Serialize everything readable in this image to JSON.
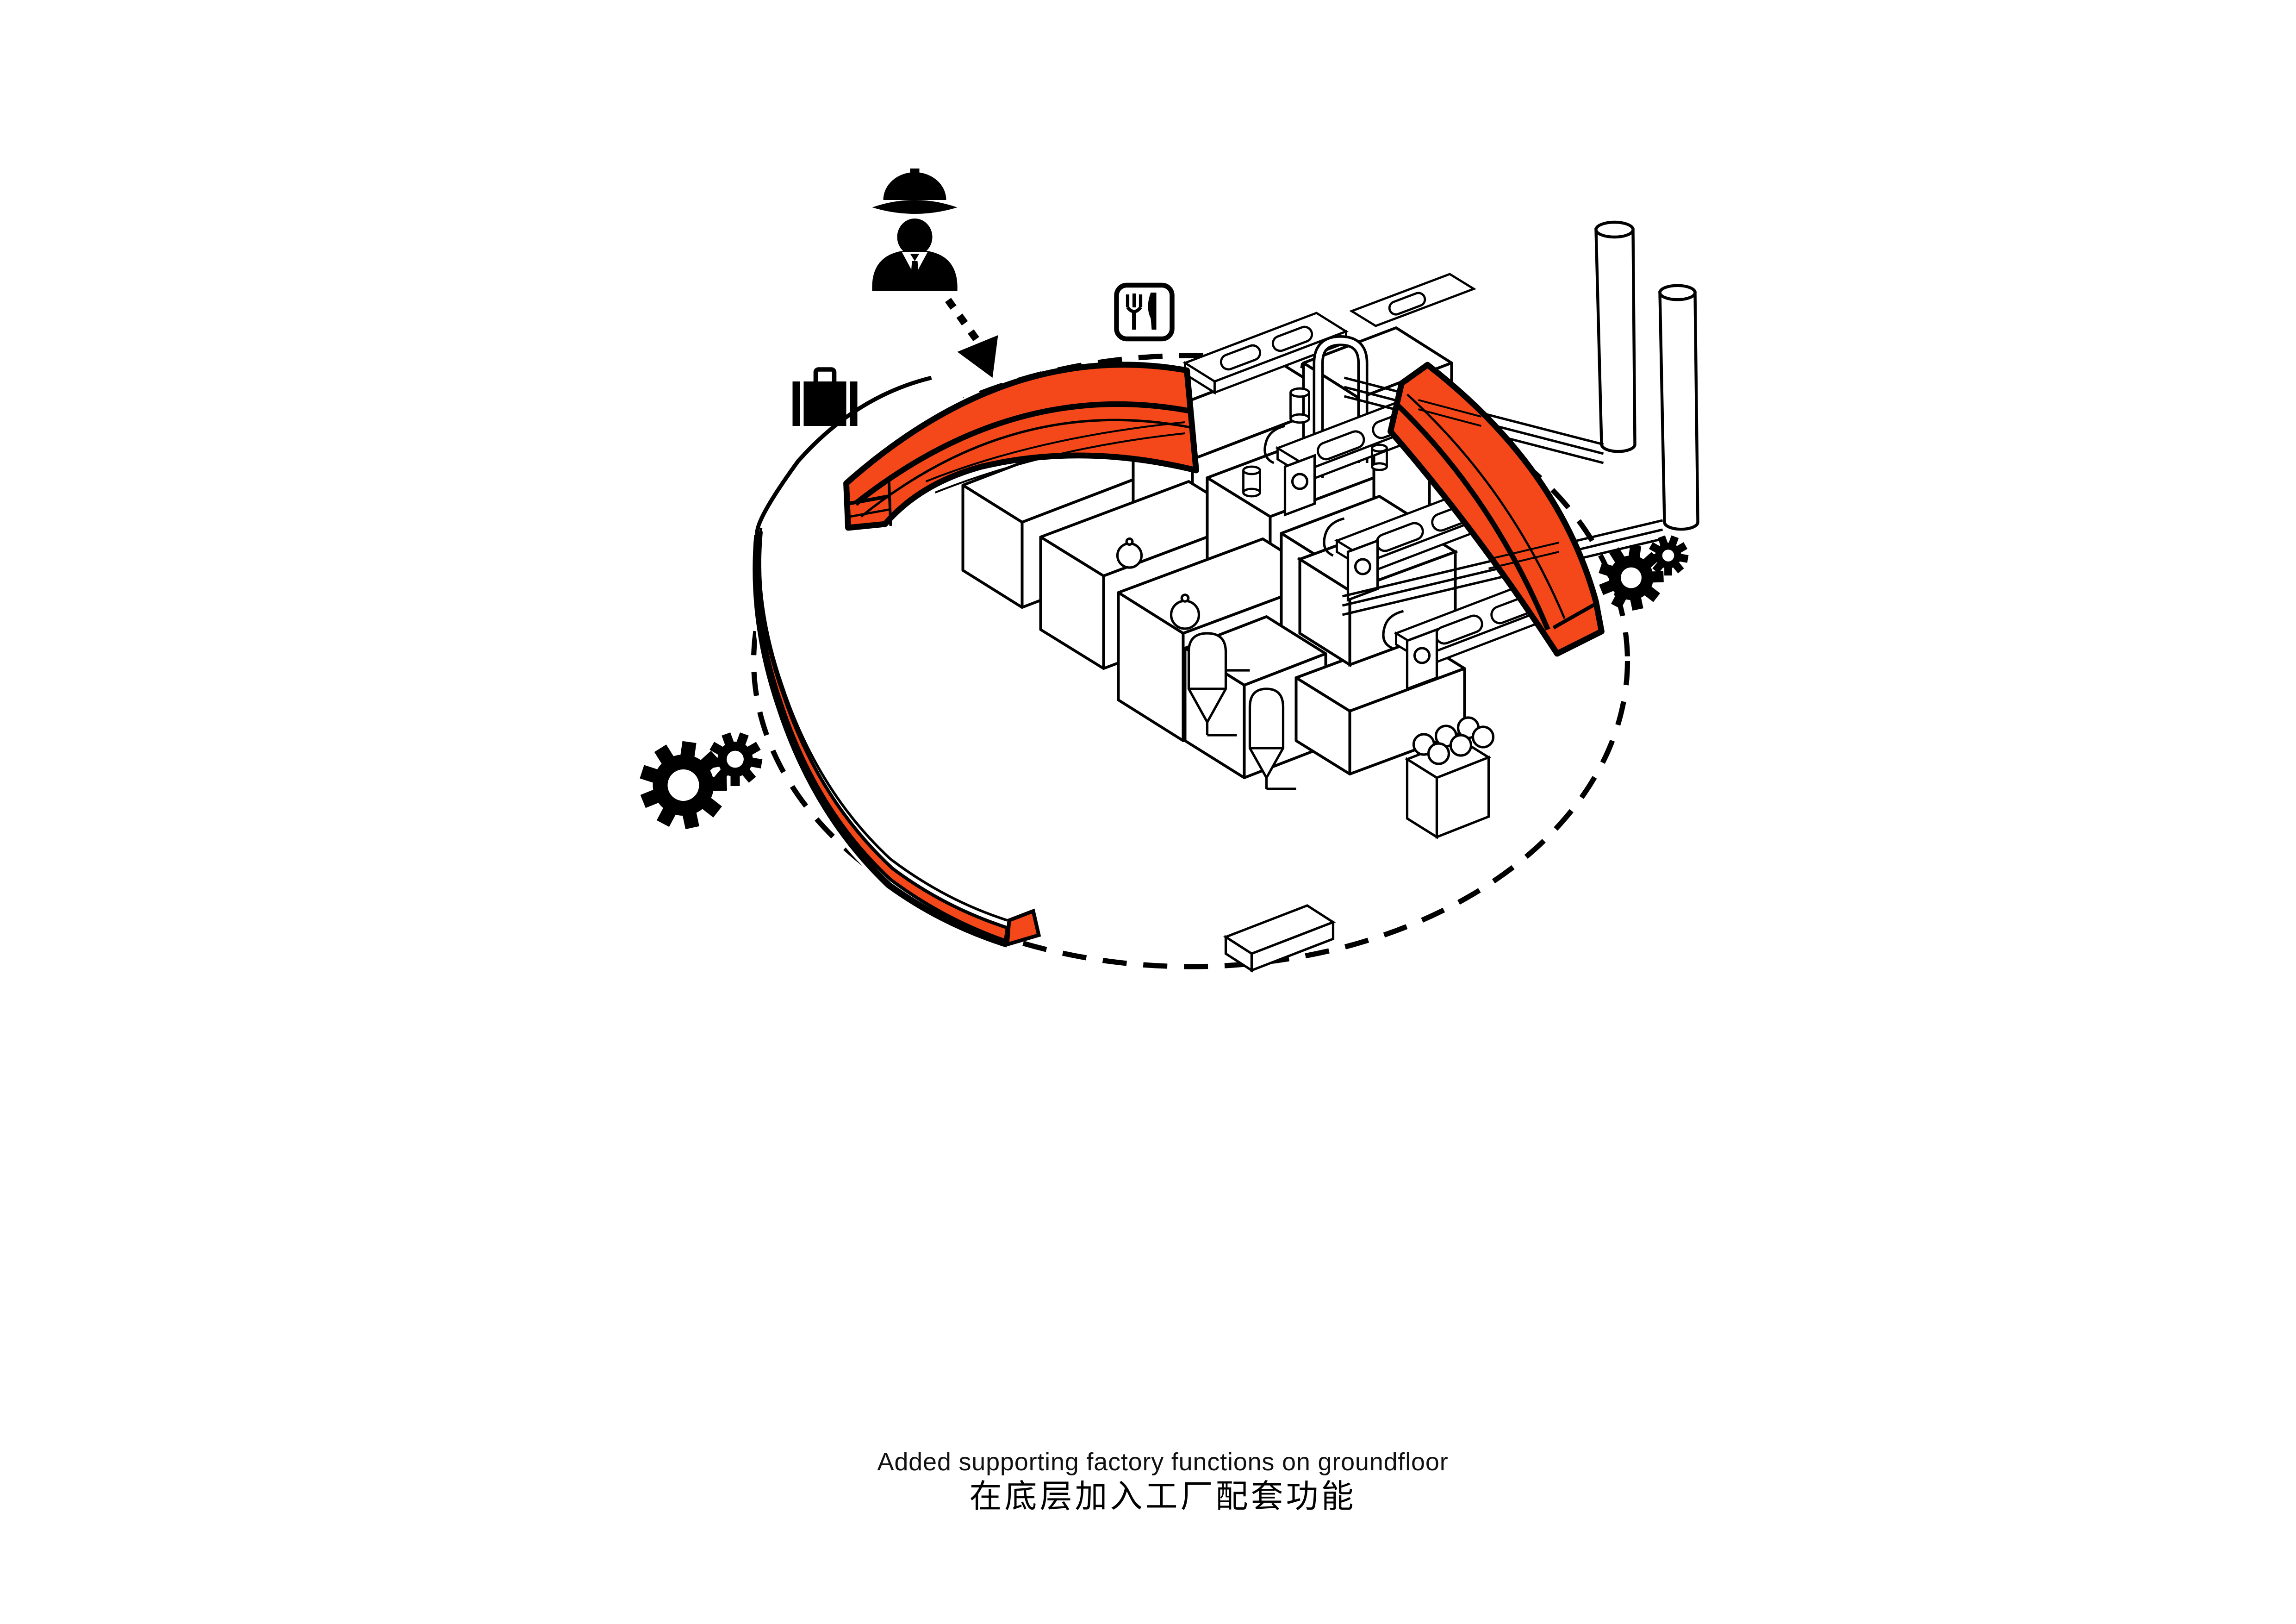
{
  "page": {
    "background": "#ffffff"
  },
  "palette": {
    "highlight_orange": "#F4481B",
    "outline_black": "#000000",
    "surface_white": "#ffffff"
  },
  "caption": {
    "en": "Added supporting factory functions on groundfloor",
    "zh": "在底层加入工厂配套功能"
  },
  "icons": {
    "engineer": "engineer-with-hardhat-icon",
    "arrow": "dashed-arrow-icon",
    "restaurant": "fork-and-knife-restaurant-icon",
    "briefcase": "briefcase-icon",
    "gears_left": "gears-icon",
    "gears_right": "gears-icon"
  },
  "diagram": {
    "type": "axonometric-factory-diagram",
    "site_boundary": "dashed-ellipse",
    "highlight_color": "#F4481B",
    "highlighted_parts": [
      "curved-groundfloor-band-top-left",
      "curved-groundfloor-band-right",
      "groundfloor-strip-lower-left-wedge"
    ]
  }
}
